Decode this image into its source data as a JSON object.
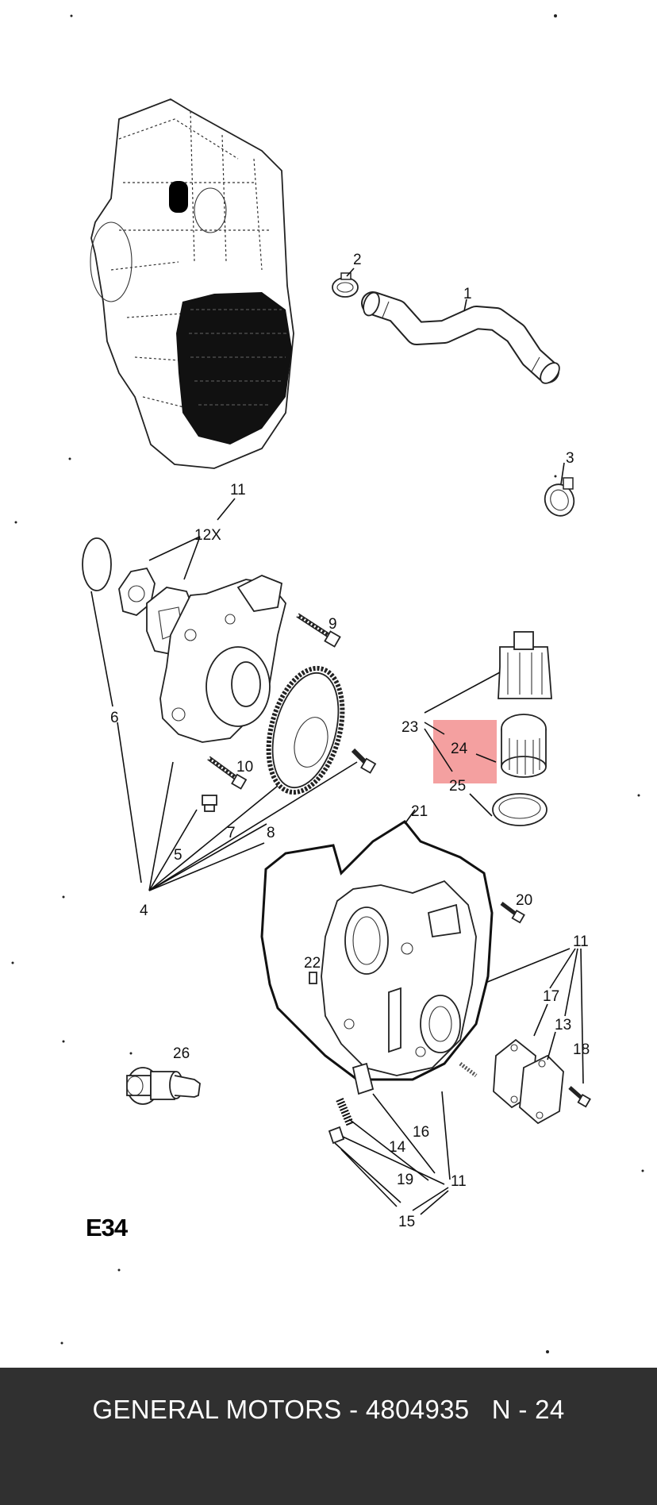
{
  "diagram": {
    "code": "E34",
    "highlight_color": "#f08080",
    "callouts": {
      "c1": "1",
      "c2": "2",
      "c3": "3",
      "c4": "4",
      "c5": "5",
      "c6": "6",
      "c7": "7",
      "c8": "8",
      "c9": "9",
      "c10": "10",
      "c11a": "11",
      "c11b": "11",
      "c11c": "11",
      "c12x": "12X",
      "c13": "13",
      "c14": "14",
      "c15": "15",
      "c16": "16",
      "c17": "17",
      "c18": "18",
      "c19": "19",
      "c20": "20",
      "c21": "21",
      "c22": "22",
      "c23": "23",
      "c24": "24",
      "c25": "25",
      "c26": "26"
    }
  },
  "footer": {
    "text": "GENERAL MOTORS - 4804935   N - 24",
    "background": "#303030",
    "color": "#ffffff"
  }
}
